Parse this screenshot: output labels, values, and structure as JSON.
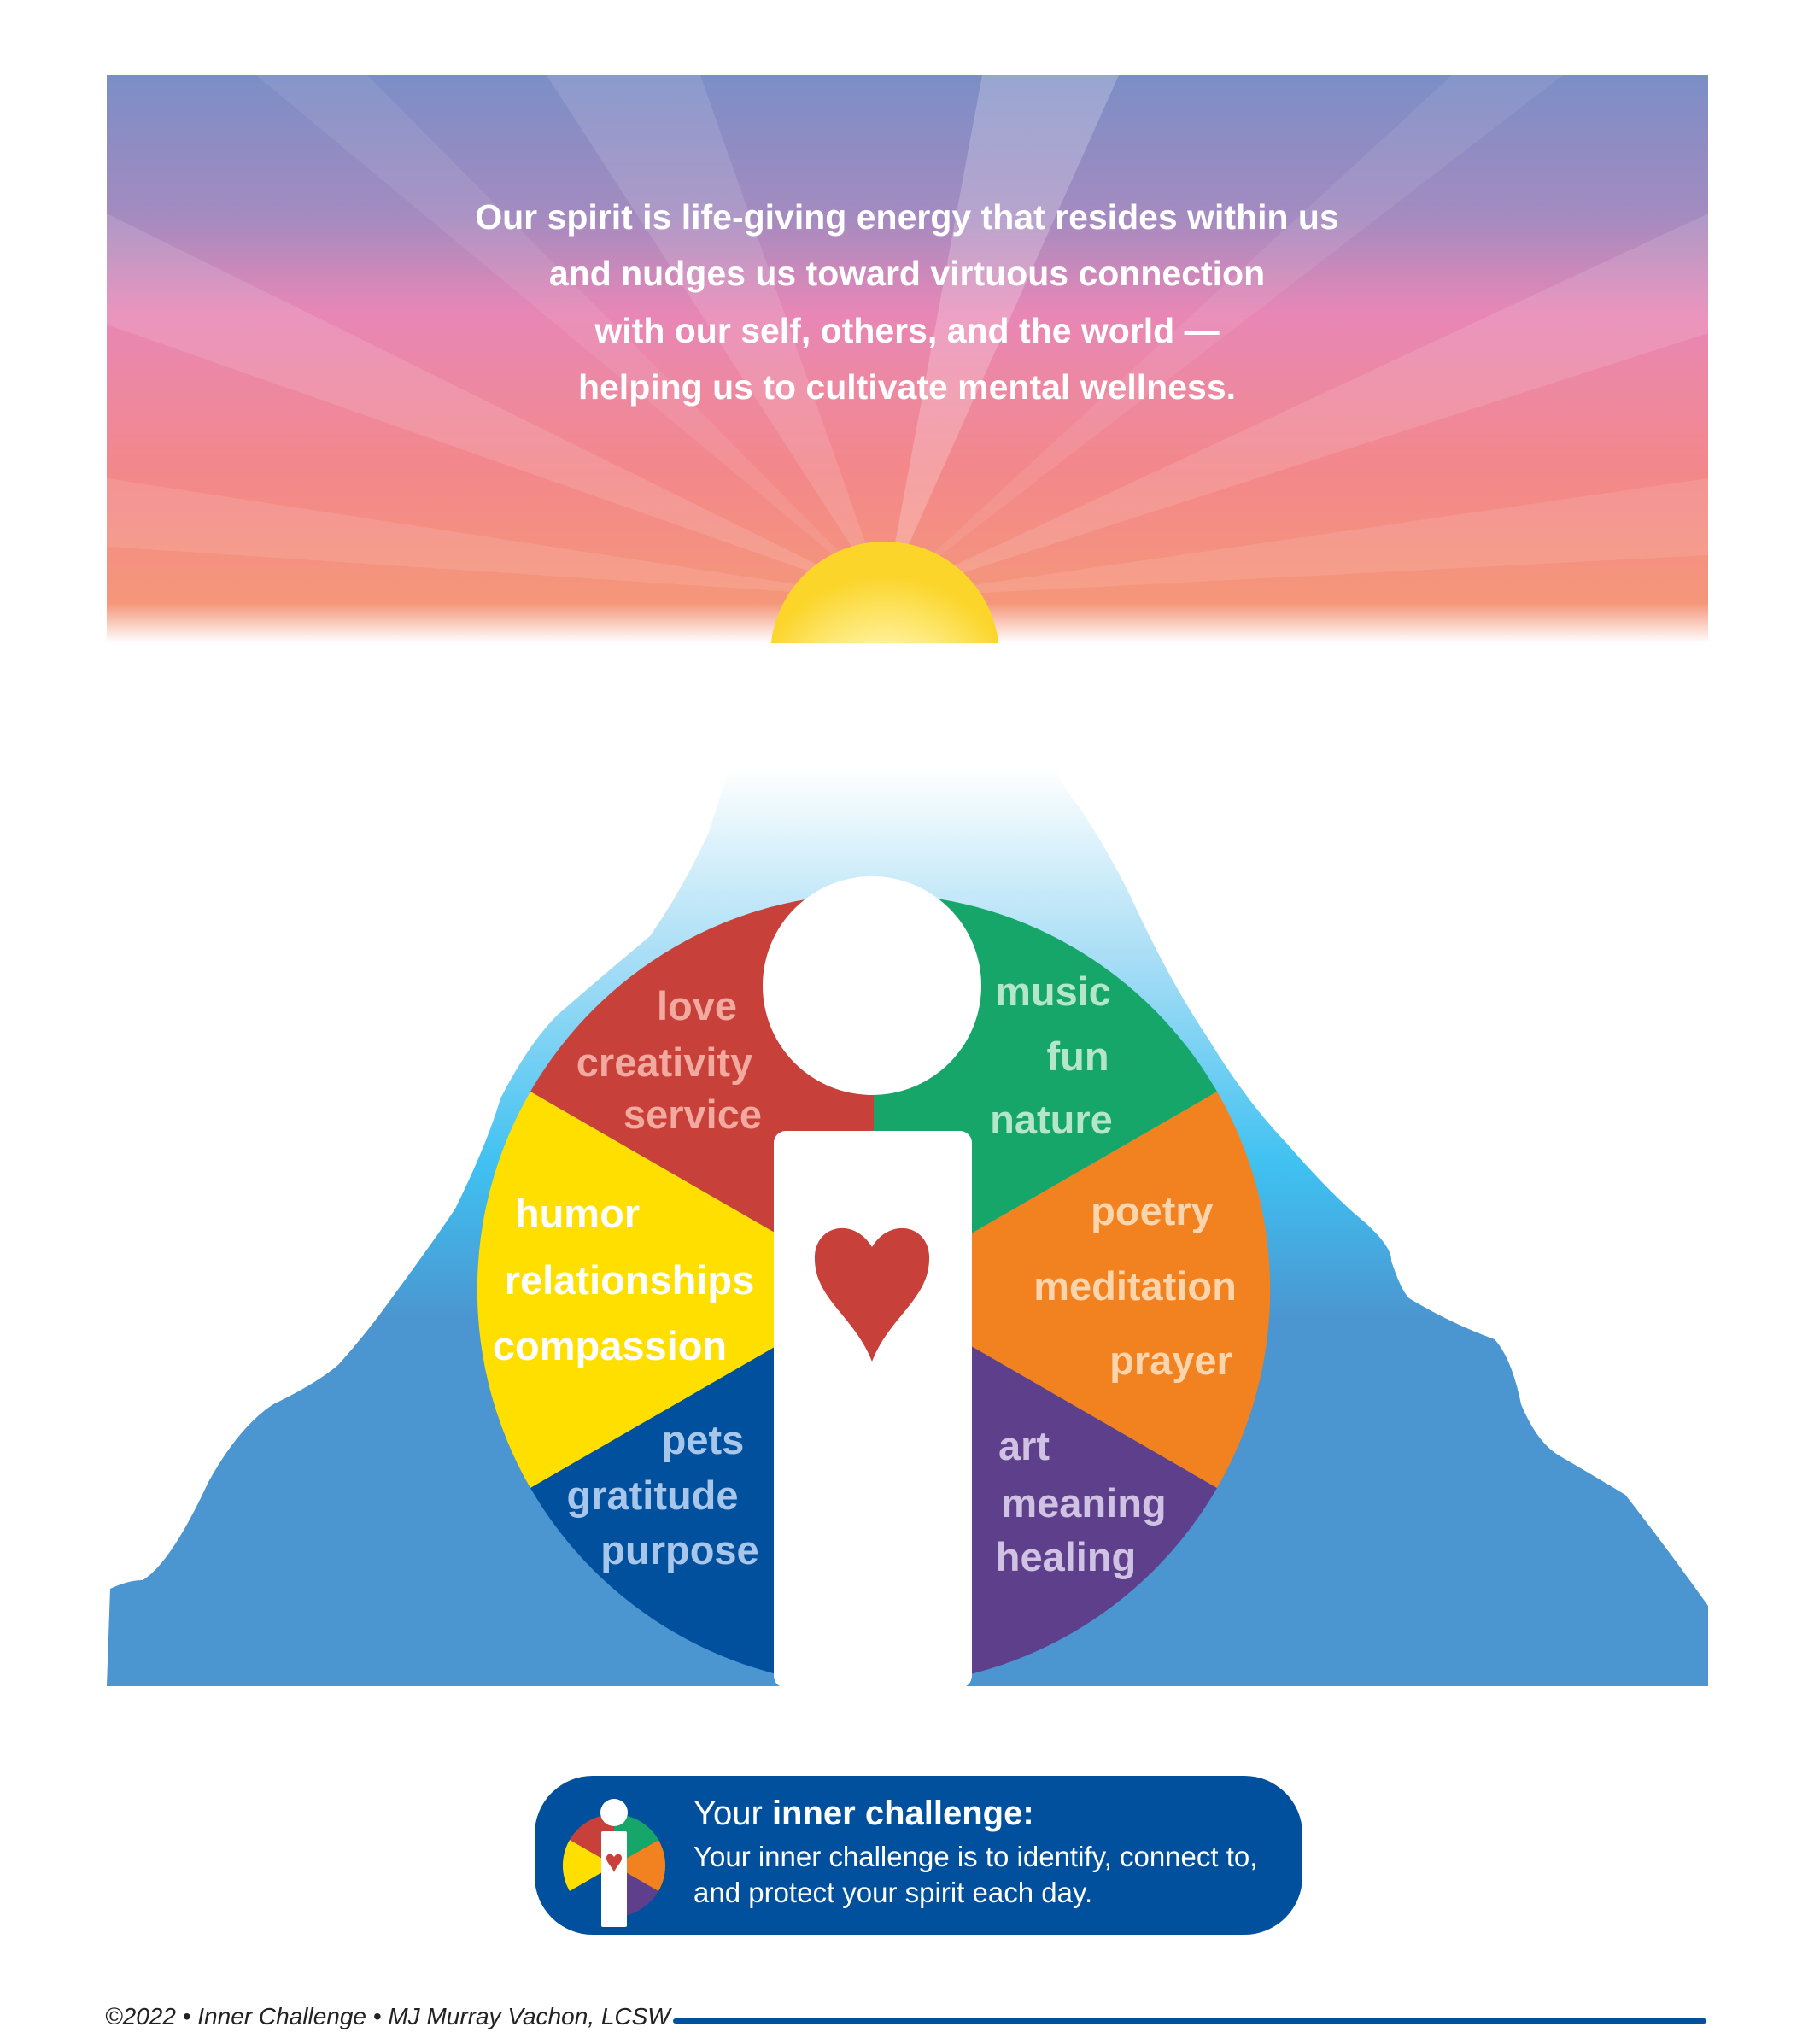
{
  "quote": {
    "lines": [
      "Our spirit is life-giving energy that resides within us",
      "and nudges us toward virtuous connection",
      "with our self, others, and the world —",
      "helping us to cultivate mental wellness."
    ]
  },
  "wheel": {
    "segments": [
      {
        "name": "red",
        "color": "#c8403a",
        "label_color": "#f2a9a0",
        "words": [
          "love",
          "creativity",
          "service"
        ]
      },
      {
        "name": "green",
        "color": "#16a66a",
        "label_color": "#b4e6cb",
        "words": [
          "music",
          "fun",
          "nature"
        ]
      },
      {
        "name": "yellow",
        "color": "#ffdf00",
        "label_color": "#ffffff",
        "words": [
          "humor",
          "relationships",
          "compassion"
        ]
      },
      {
        "name": "orange",
        "color": "#f28220",
        "label_color": "#fcd5ad",
        "words": [
          "poetry",
          "meditation",
          "prayer"
        ]
      },
      {
        "name": "blue",
        "color": "#00509d",
        "label_color": "#a8c6ea",
        "words": [
          "pets",
          "gratitude",
          "purpose"
        ]
      },
      {
        "name": "purple",
        "color": "#5e3f8b",
        "label_color": "#cfc2e2",
        "words": [
          "art",
          "meaning",
          "healing"
        ]
      }
    ],
    "heart_color": "#c8403a"
  },
  "challenge": {
    "title_prefix": "Your ",
    "title_bold": "inner challenge:",
    "body": "Your inner challenge is to identify, connect to, and protect your spirit each day."
  },
  "footer": {
    "credit": "©2022 • Inner Challenge • MJ Murray Vachon, LCSW"
  }
}
